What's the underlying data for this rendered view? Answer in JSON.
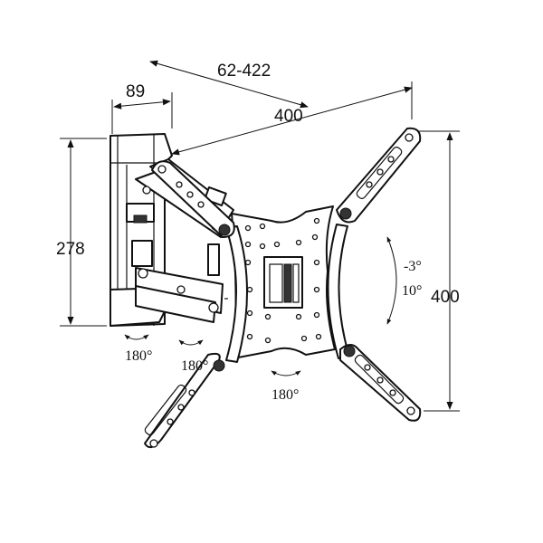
{
  "dimensions": {
    "arm_extension": "62-422",
    "wall_plate_depth": "89",
    "horizontal_vesa": "400",
    "wall_plate_height": "278",
    "vertical_vesa": "400"
  },
  "tilt": {
    "up": "-3°",
    "down": "10°"
  },
  "swivel": {
    "wall_joint": "180°",
    "arm_joint": "180°",
    "head_rotation": "180°"
  },
  "colors": {
    "line": "#111111",
    "background": "#ffffff"
  }
}
